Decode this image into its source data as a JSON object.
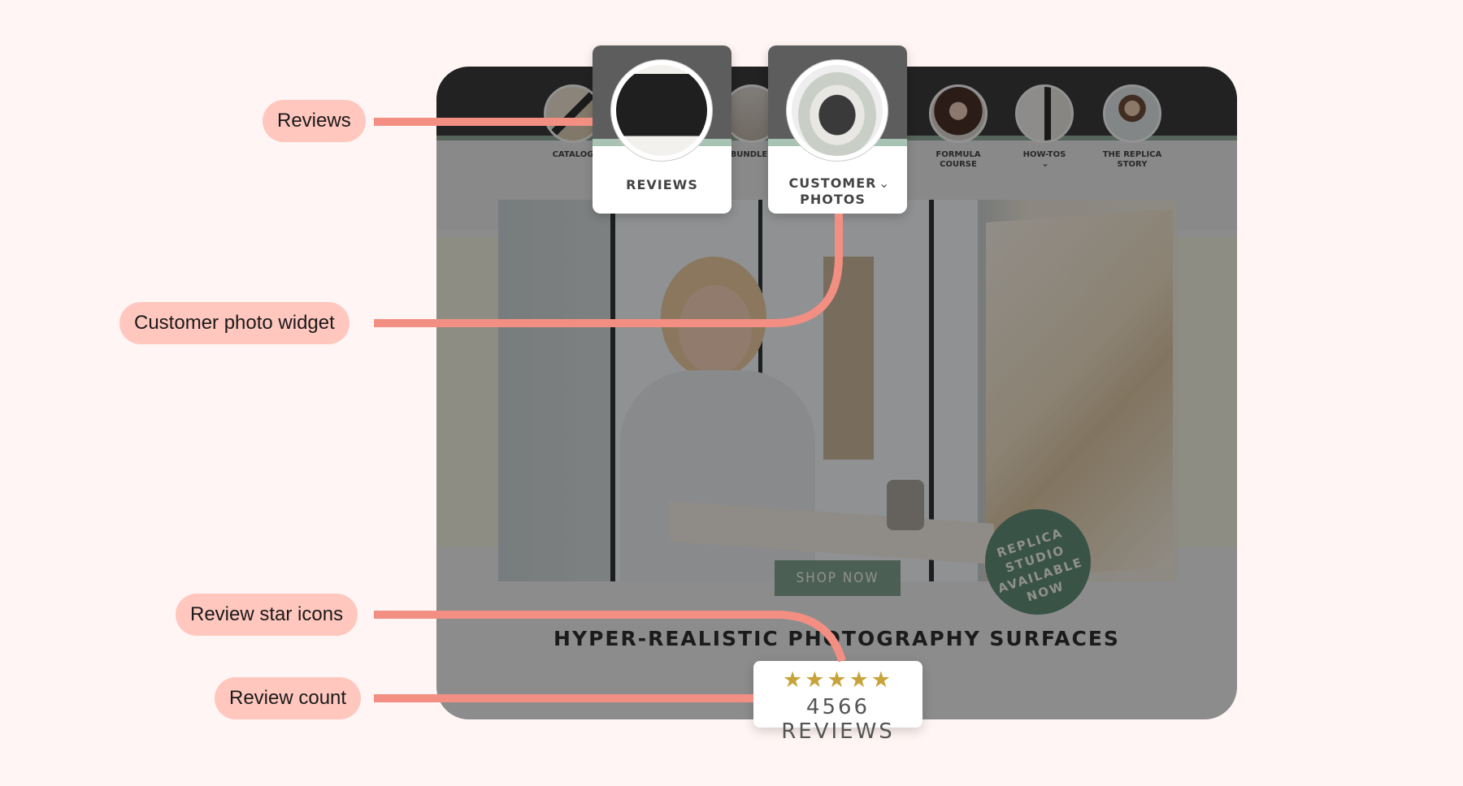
{
  "annotations": {
    "reviews": "Reviews",
    "customer_photo_widget": "Customer photo widget",
    "review_star_icons": "Review star icons",
    "review_count": "Review count"
  },
  "nav": {
    "items": [
      {
        "label": "CATALOG"
      },
      {
        "label": "REVIEWS"
      },
      {
        "label": "BUNDLES"
      },
      {
        "label": "CUSTOMER\nPHOTOS"
      },
      {
        "label": "FORMULA\nCOURSE"
      },
      {
        "label": "HOW-TOS"
      },
      {
        "label": "THE REPLICA\nSTORY"
      }
    ]
  },
  "hero": {
    "badge": "REPLICA\nSTUDIO\nAVAILABLE\nNOW",
    "cta": "SHOP NOW",
    "headline": "HYPER-REALISTIC PHOTOGRAPHY SURFACES"
  },
  "reviews_widget": {
    "stars": "★★★★★",
    "count_text": "4566 REVIEWS"
  },
  "colors": {
    "background": "#fff5f4",
    "pill": "#ffc7be",
    "connector": "#f28f82",
    "star": "#c8a33a",
    "accent_green": "#7d9e8d"
  }
}
